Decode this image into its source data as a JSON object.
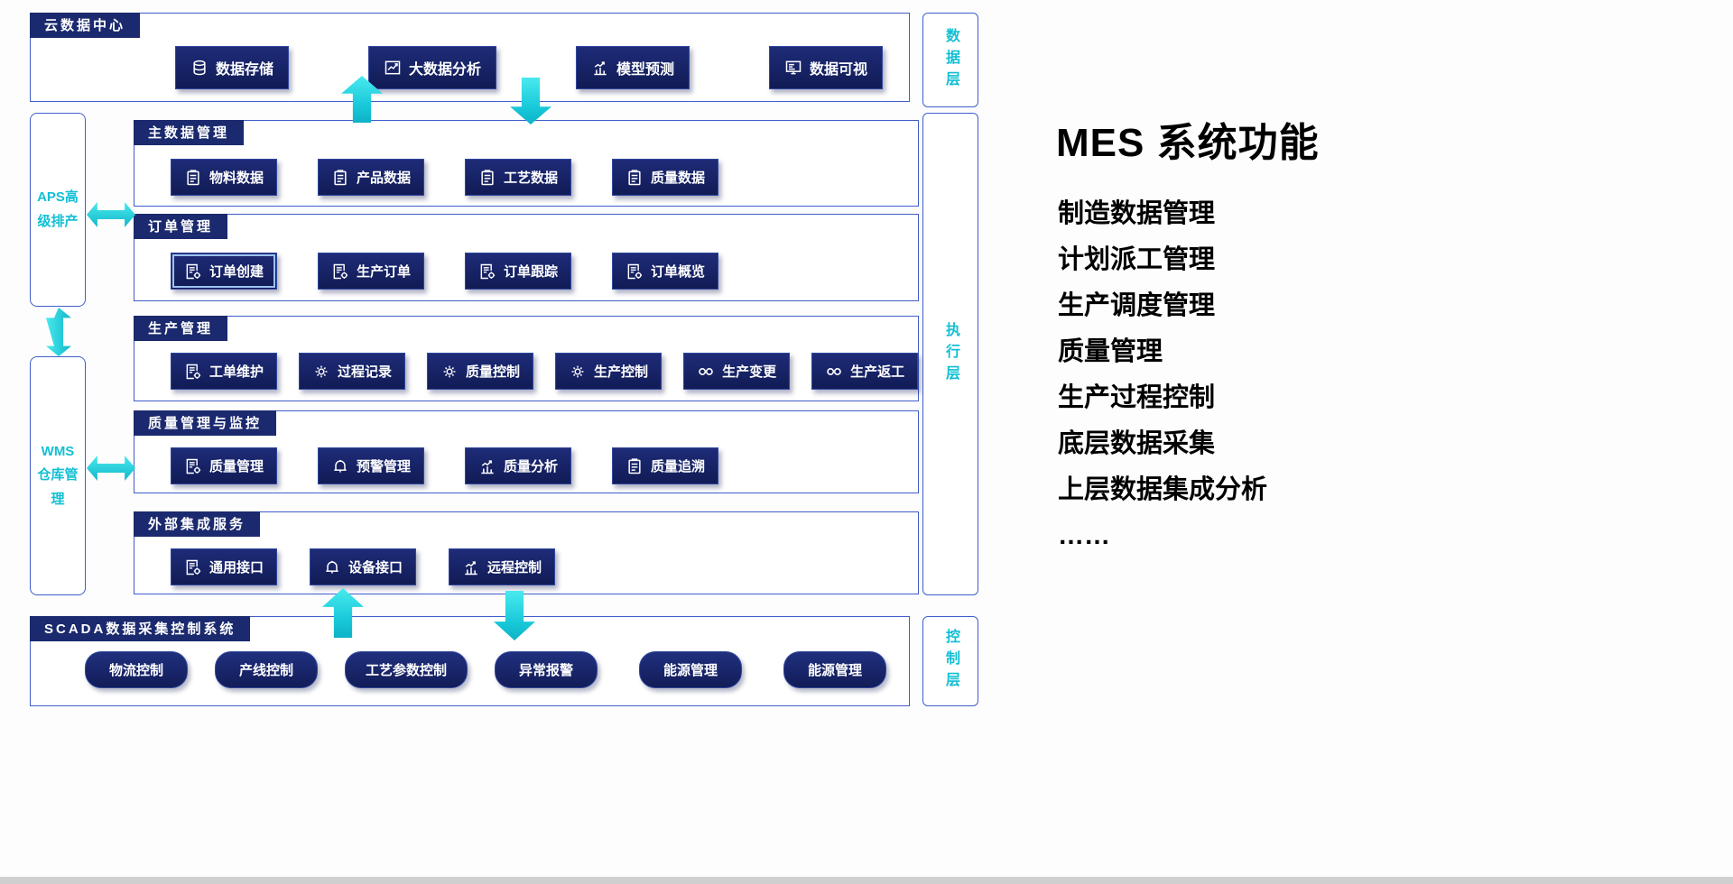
{
  "colors": {
    "border_blue": "#3f5ecb",
    "navy": "#121c58",
    "tab_bg": "#1b2a6e",
    "cyan": "#2adee6",
    "layer_text": "#13bfd4"
  },
  "cloud": {
    "title": "云数据中心",
    "items": [
      {
        "label": "数据存储",
        "icon": "i-database"
      },
      {
        "label": "大数据分析",
        "icon": "i-chart-line"
      },
      {
        "label": "模型预测",
        "icon": "i-chart-bar"
      },
      {
        "label": "数据可视",
        "icon": "i-monitor"
      }
    ]
  },
  "layers": {
    "data": "数据层",
    "execution": "执行层",
    "control": "控制层"
  },
  "side": {
    "aps": "APS高级排产",
    "wms": "WMS仓库管理"
  },
  "sections": [
    {
      "title": "主数据管理",
      "items": [
        {
          "label": "物料数据",
          "icon": "i-clipboard"
        },
        {
          "label": "产品数据",
          "icon": "i-clipboard"
        },
        {
          "label": "工艺数据",
          "icon": "i-clipboard"
        },
        {
          "label": "质量数据",
          "icon": "i-clipboard"
        }
      ]
    },
    {
      "title": "订单管理",
      "items": [
        {
          "label": "订单创建",
          "icon": "i-doc-gear"
        },
        {
          "label": "生产订单",
          "icon": "i-doc-gear"
        },
        {
          "label": "订单跟踪",
          "icon": "i-doc-gear"
        },
        {
          "label": "订单概览",
          "icon": "i-doc-gear"
        }
      ]
    },
    {
      "title": "生产管理",
      "items": [
        {
          "label": "工单维护",
          "icon": "i-doc-gear"
        },
        {
          "label": "过程记录",
          "icon": "i-gear"
        },
        {
          "label": "质量控制",
          "icon": "i-gear"
        },
        {
          "label": "生产控制",
          "icon": "i-gear"
        },
        {
          "label": "生产变更",
          "icon": "i-infinity"
        },
        {
          "label": "生产返工",
          "icon": "i-infinity"
        }
      ]
    },
    {
      "title": "质量管理与监控",
      "items": [
        {
          "label": "质量管理",
          "icon": "i-doc-gear"
        },
        {
          "label": "预警管理",
          "icon": "i-bell"
        },
        {
          "label": "质量分析",
          "icon": "i-chart-bar"
        },
        {
          "label": "质量追溯",
          "icon": "i-clipboard"
        }
      ]
    },
    {
      "title": "外部集成服务",
      "items": [
        {
          "label": "通用接口",
          "icon": "i-doc-gear"
        },
        {
          "label": "设备接口",
          "icon": "i-bell"
        },
        {
          "label": "远程控制",
          "icon": "i-chart-bar"
        }
      ]
    }
  ],
  "scada": {
    "title": "SCADA数据采集控制系统",
    "items": [
      {
        "label": "物流控制"
      },
      {
        "label": "产线控制"
      },
      {
        "label": "工艺参数控制"
      },
      {
        "label": "异常报警"
      },
      {
        "label": "能源管理"
      },
      {
        "label": "能源管理"
      }
    ]
  },
  "right_panel": {
    "title": "MES 系统功能",
    "items": [
      "制造数据管理",
      "计划派工管理",
      "生产调度管理",
      "质量管理",
      "生产过程控制",
      "底层数据采集",
      "上层数据集成分析",
      "……"
    ]
  }
}
